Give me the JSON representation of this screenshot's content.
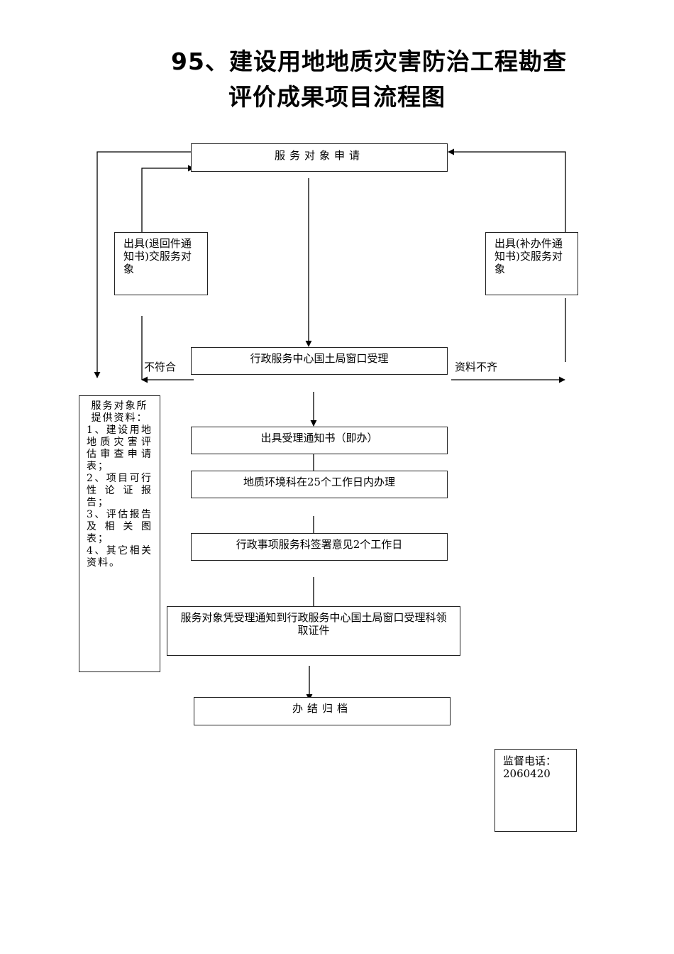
{
  "title": {
    "line1": "95、建设用地地质灾害防治工程勘查",
    "line2": "评价成果项目流程图"
  },
  "nodes": {
    "apply": "服务对象申请",
    "return_notice": "出具(退回件通知书)交服务对象",
    "supplement_notice": "出具(补办件通知书)交服务对象",
    "window_accept": "行政服务中心国土局窗口受理",
    "accept_notice": "出具受理通知书（即办）",
    "geo_env": "地质环境科在25个工作日内办理",
    "admin_sign": "行政事项服务科签署意见2个工作日",
    "collect": "服务对象凭受理通知到行政服务中心国土局窗口受理科领取证件",
    "archive": "办结归档"
  },
  "edge_labels": {
    "not_compliant": "不符合",
    "incomplete": "资料不齐"
  },
  "materials": {
    "heading": "服务对象所提供资料：",
    "items": [
      "1、建设用地地质灾害评估审查申请表；",
      "2、项目可行性论证报告；",
      "3、评估报告及相关图表；",
      "4、其它相关资料。"
    ]
  },
  "supervision": {
    "label": "监督电话：",
    "phone": "2060420"
  }
}
